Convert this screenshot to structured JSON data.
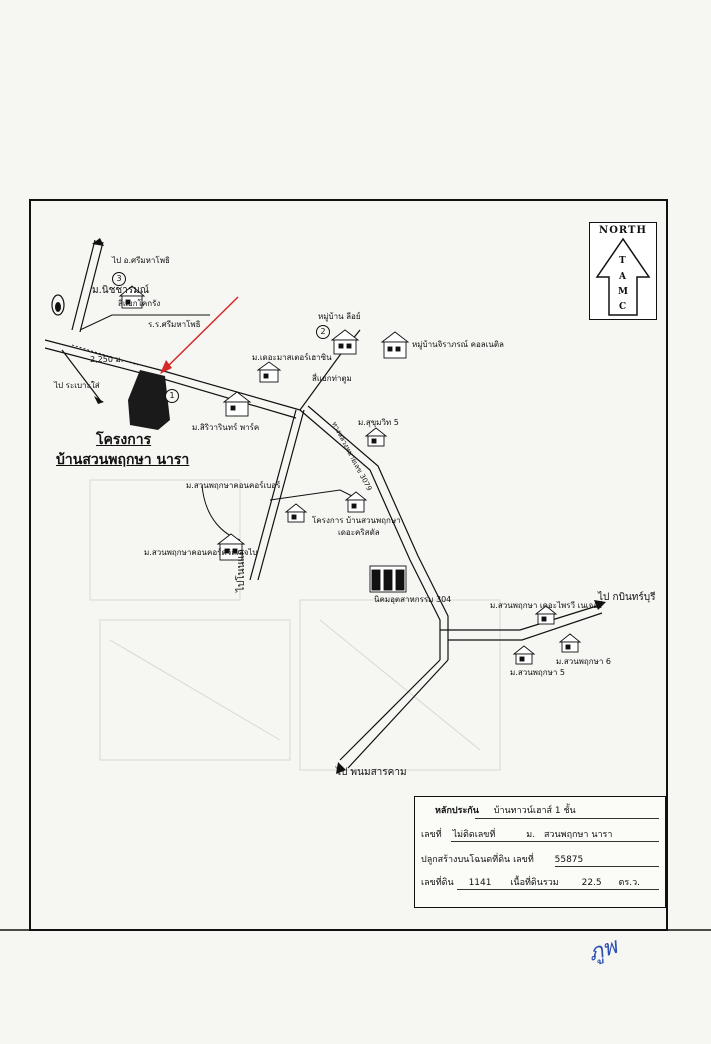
{
  "north": {
    "title": "NORTH",
    "letters": [
      "T",
      "A",
      "M",
      "C"
    ]
  },
  "directions": {
    "sriphothi": "ไป อ.ศรีมหาโพธิ",
    "rabiang": "ไป ระเบาะใส่",
    "kabinburi": "ไป กบินทร์บุรี",
    "phanom": "ไป พนมสารคาม",
    "road_label": "ไปโนนแก่"
  },
  "landmarks": {
    "nitcharam": {
      "num": "3",
      "name": "ม.นิชชารมณ์"
    },
    "intersection_kokrat": "สี่แยกโคกรัง",
    "school": "ร.ร.ศรีมหาโพธิ",
    "distance": "2,250 ม.",
    "project_marker": "1",
    "lee_village": {
      "num": "2",
      "name": "หมู่บ้าน ลีอย์"
    },
    "pornthip": "หมู่บ้านจิราภรณ์ คอลเนติล",
    "masters_home": "ม.เดอะมาสเตอร์เฮาซิน",
    "intersection_thatoom": "สี่แยกท่าตูม",
    "sriwarin": "ม.สิริวารินทร์ พาร์ค",
    "sukhumvit": "ม.สุขุมวิท 5",
    "highway": "ทางหลวงหมายเลข 3079",
    "suanpruksa_concord": "ม.สวนพฤกษาคอนคอร์เบอร์",
    "project_crystal": "โครงการ บ้านสวนพฤกษา",
    "crystal_sub": "เดอะคริสตัล",
    "suanpruksa_ville": "ม.สวนพฤกษาคอนคอร์ดวิลเลจไบ",
    "industrial": "นิคมอุตสาหกรรม 304",
    "suanpruksa_dupree": "ม.สวนพฤกษา เดอะไพรวี เนเจอร์",
    "suanpruksa6": "ม.สวนพฤกษา 6",
    "suanpruksa5": "ม.สวนพฤกษา 5"
  },
  "project": {
    "line1": "โครงการ",
    "line2": "บ้านสวนพฤกษา นารา"
  },
  "info": {
    "heading": "หลักประกัน",
    "type": "บ้านทาวน์เฮาส์ 1 ชั้น",
    "no_label": "เลขที่",
    "no_value": "ไม่ติดเลขที่",
    "village_label": "ม.",
    "village_value": "สวนพฤกษา นารา",
    "deed_label": "ปลูกสร้างบนโฉนดที่ดิน เลขที่",
    "deed_value": "55875",
    "land_label": "เลขที่ดิน",
    "land_value": "1141",
    "area_label": "เนื้อที่ดินรวม",
    "area_value": "22.5",
    "area_unit": "ตร.ว."
  },
  "signature": "ภูพ"
}
